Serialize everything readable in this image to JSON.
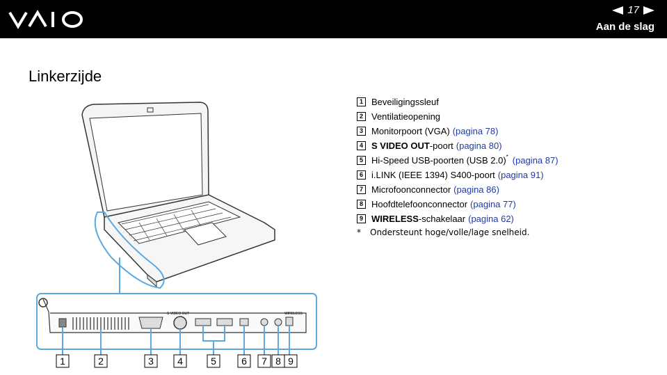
{
  "header": {
    "logo_text": "VAIO",
    "page_number": "17",
    "section": "Aan de slag"
  },
  "page_title": "Linkerzijde",
  "items": [
    {
      "num": "1",
      "text": "Beveiligingssleuf",
      "link": ""
    },
    {
      "num": "2",
      "text": "Ventilatieopening",
      "link": ""
    },
    {
      "num": "3",
      "text": "Monitorpoort (VGA)",
      "link": "(pagina 78)"
    },
    {
      "num": "4",
      "bold": "S VIDEO OUT",
      "text": "-poort",
      "link": "(pagina 80)"
    },
    {
      "num": "5",
      "text": "Hi-Speed USB-poorten (USB 2.0)",
      "sup": "*",
      "link": "(pagina 87)"
    },
    {
      "num": "6",
      "text": "i.LINK (IEEE 1394) S400-poort",
      "link": "(pagina 91)"
    },
    {
      "num": "7",
      "text": "Microfoonconnector",
      "link": "(pagina 86)"
    },
    {
      "num": "8",
      "text": "Hoofdtelefoonconnector",
      "link": "(pagina 77)"
    },
    {
      "num": "9",
      "bold": "WIRELESS",
      "text": "-schakelaar",
      "link": "(pagina 62)"
    }
  ],
  "footnote": {
    "mark": "*",
    "text": "Ondersteunt hoge/volle/lage snelheid."
  },
  "callouts": [
    "1",
    "2",
    "3",
    "4",
    "5",
    "6",
    "7",
    "8",
    "9"
  ],
  "port_labels": {
    "svideo": "S VIDEO OUT",
    "wireless": "WIRELESS"
  },
  "colors": {
    "accent": "#1f3ba6",
    "highlight": "#5aa8e0"
  }
}
